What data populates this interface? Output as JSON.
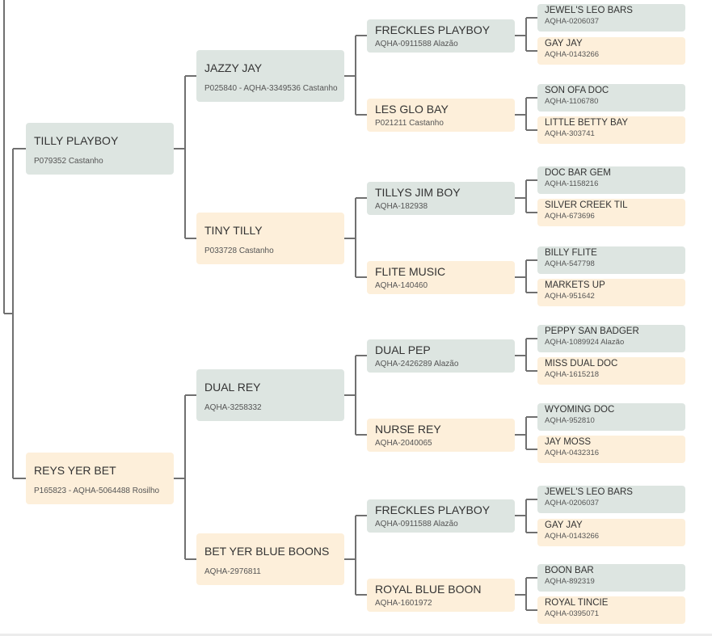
{
  "pedigree": {
    "gen1": [
      {
        "name": "TILLY PLAYBOY",
        "reg": "P079352 Castanho"
      },
      {
        "name": "REYS YER BET",
        "reg": "P165823 - AQHA-5064488 Rosilho"
      }
    ],
    "gen2": [
      {
        "name": "JAZZY JAY",
        "reg": "P025840 - AQHA-3349536 Castanho"
      },
      {
        "name": "TINY TILLY",
        "reg": "P033728 Castanho"
      },
      {
        "name": "DUAL REY",
        "reg": "AQHA-3258332"
      },
      {
        "name": "BET YER BLUE BOONS",
        "reg": "AQHA-2976811"
      }
    ],
    "gen3": [
      {
        "name": "FRECKLES PLAYBOY",
        "reg": "AQHA-0911588 Alazão"
      },
      {
        "name": "LES GLO BAY",
        "reg": "P021211 Castanho"
      },
      {
        "name": "TILLYS JIM BOY",
        "reg": "AQHA-182938"
      },
      {
        "name": "FLITE MUSIC",
        "reg": "AQHA-140460"
      },
      {
        "name": "DUAL PEP",
        "reg": "AQHA-2426289 Alazão"
      },
      {
        "name": "NURSE REY",
        "reg": "AQHA-2040065"
      },
      {
        "name": "FRECKLES PLAYBOY",
        "reg": "AQHA-0911588 Alazão"
      },
      {
        "name": "ROYAL BLUE BOON",
        "reg": "AQHA-1601972"
      }
    ],
    "gen4": [
      {
        "name": "JEWEL'S LEO BARS",
        "reg": "AQHA-0206037"
      },
      {
        "name": "GAY JAY",
        "reg": "AQHA-0143266"
      },
      {
        "name": "SON OFA DOC",
        "reg": "AQHA-1106780"
      },
      {
        "name": "LITTLE BETTY BAY",
        "reg": "AQHA-303741"
      },
      {
        "name": "DOC BAR GEM",
        "reg": "AQHA-1158216"
      },
      {
        "name": "SILVER CREEK TIL",
        "reg": "AQHA-673696"
      },
      {
        "name": "BILLY FLITE",
        "reg": "AQHA-547798"
      },
      {
        "name": "MARKETS UP",
        "reg": "AQHA-951642"
      },
      {
        "name": "PEPPY SAN BADGER",
        "reg": "AQHA-1089924 Alazão"
      },
      {
        "name": "MISS DUAL DOC",
        "reg": "AQHA-1615218"
      },
      {
        "name": "WYOMING DOC",
        "reg": "AQHA-952810"
      },
      {
        "name": "JAY MOSS",
        "reg": "AQHA-0432316"
      },
      {
        "name": "JEWEL'S LEO BARS",
        "reg": "AQHA-0206037"
      },
      {
        "name": "GAY JAY",
        "reg": "AQHA-0143266"
      },
      {
        "name": "BOON BAR",
        "reg": "AQHA-892319"
      },
      {
        "name": "ROYAL TINCIE",
        "reg": "AQHA-0395071"
      }
    ]
  },
  "colors": {
    "sire_box": "#dde5e1",
    "dam_box": "#fdefda",
    "connector": "#707070"
  }
}
